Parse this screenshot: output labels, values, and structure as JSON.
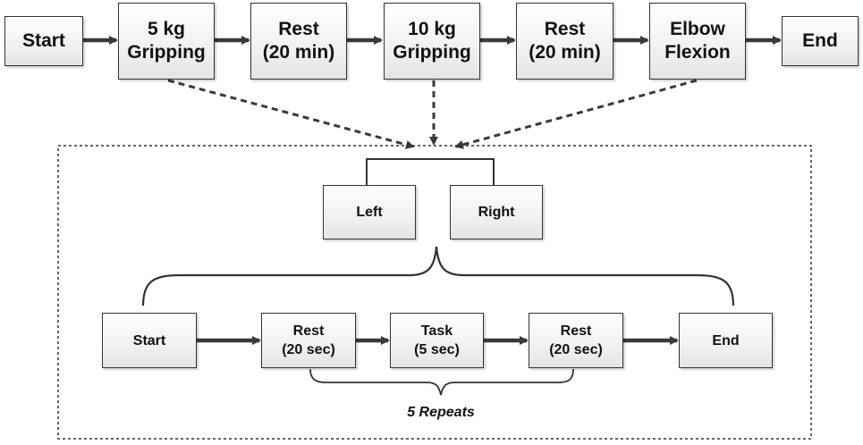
{
  "top_flow": [
    "Start",
    "5 kg\nGripping",
    "Rest\n(20 min)",
    "10 kg\nGripping",
    "Rest\n(20 min)",
    "Elbow\nFlexion",
    "End"
  ],
  "sides": {
    "left": "Left",
    "right": "Right"
  },
  "trial_flow": [
    "Start",
    "Rest\n(20 sec)",
    "Task\n(5 sec)",
    "Rest\n(20 sec)",
    "End"
  ],
  "repeat_caption": "5 Repeats"
}
